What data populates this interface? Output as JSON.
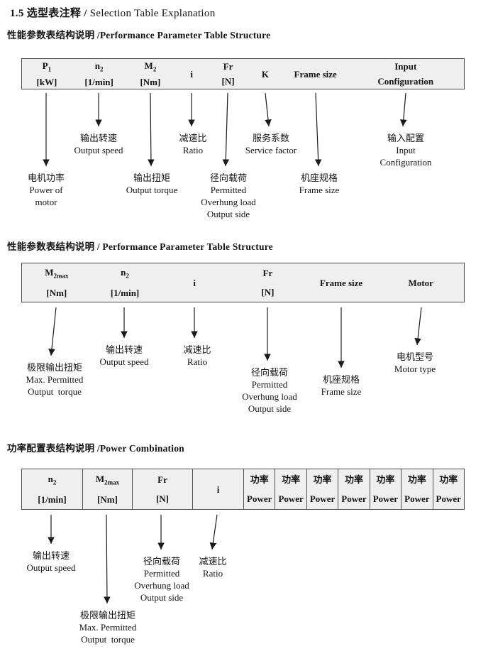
{
  "page": {
    "title_bold": "1.5 选型表注释 /",
    "title_regular": " Selection Table Explanation"
  },
  "section1": {
    "heading": "性能参数表结构说明 /Performance Parameter Table Structure",
    "columns": [
      {
        "base": "P",
        "sub": "1",
        "line2": "[kW]"
      },
      {
        "base": "n",
        "sub": "2",
        "line2": "[1/min]"
      },
      {
        "base": "M",
        "sub": "2",
        "line2": "[Nm]"
      },
      {
        "base": "i"
      },
      {
        "base": "Fr",
        "line2": "[N]"
      },
      {
        "base": "K"
      },
      {
        "base": "Frame size"
      },
      {
        "base": "Input",
        "line2": "Configuration"
      }
    ],
    "labels": {
      "power_of_motor": [
        "电机功率",
        "Power of",
        "motor"
      ],
      "output_speed": [
        "输出转速",
        "Output speed"
      ],
      "output_torque": [
        "输出扭矩",
        "Output torque"
      ],
      "ratio": [
        "减速比",
        "Ratio"
      ],
      "overhung_load": [
        "径向载荷",
        "Permitted",
        "Overhung load",
        "Output side"
      ],
      "service_factor": [
        "服务系数",
        "Service factor"
      ],
      "frame_size": [
        "机座规格",
        "Frame size"
      ],
      "input_configuration": [
        "输入配置",
        "Input",
        "Configuration"
      ]
    }
  },
  "section2": {
    "heading": "性能参数表结构说明 / Performance Parameter Table Structure",
    "columns": [
      {
        "base": "M",
        "sub": "2max",
        "line2": "[Nm]"
      },
      {
        "base": "n",
        "sub": "2",
        "line2": "[1/min]"
      },
      {
        "base": "i"
      },
      {
        "base": "Fr",
        "line2": "[N]"
      },
      {
        "base": "Frame size"
      },
      {
        "base": "Motor"
      }
    ],
    "labels": {
      "max_output_torque": [
        "极限输出扭矩",
        "Max. Permitted",
        "Output  torque"
      ],
      "output_speed": [
        "输出转速",
        "Output speed"
      ],
      "ratio": [
        "减速比",
        "Ratio"
      ],
      "overhung_load": [
        "径向载荷",
        "Permitted",
        "Overhung load",
        "Output side"
      ],
      "frame_size": [
        "机座规格",
        "Frame size"
      ],
      "motor_type": [
        "电机型号",
        "Motor type"
      ]
    }
  },
  "section3": {
    "heading": "功率配置表结构说明 /Power Combination",
    "columns": [
      {
        "base": "n",
        "sub": "2",
        "line2": "[1/min]"
      },
      {
        "base": "M",
        "sub": "2max",
        "line2": "[Nm]"
      },
      {
        "base": "Fr",
        "line2": "[N]"
      },
      {
        "base": "i"
      }
    ],
    "power_columns": [
      {
        "zh": "功率",
        "en": "Power"
      },
      {
        "zh": "功率",
        "en": "Power"
      },
      {
        "zh": "功率",
        "en": "Power"
      },
      {
        "zh": "功率",
        "en": "Power"
      },
      {
        "zh": "功率",
        "en": "Power"
      },
      {
        "zh": "功率",
        "en": "Power"
      },
      {
        "zh": "功率",
        "en": "Power"
      }
    ],
    "labels": {
      "output_speed": [
        "输出转速",
        "Output speed"
      ],
      "max_output_torque": [
        "极限输出扭矩",
        "Max. Permitted",
        "Output  torque"
      ],
      "overhung_load": [
        "径向载荷",
        "Permitted",
        "Overhung load",
        "Output side"
      ],
      "ratio": [
        "减速比",
        "Ratio"
      ]
    }
  }
}
